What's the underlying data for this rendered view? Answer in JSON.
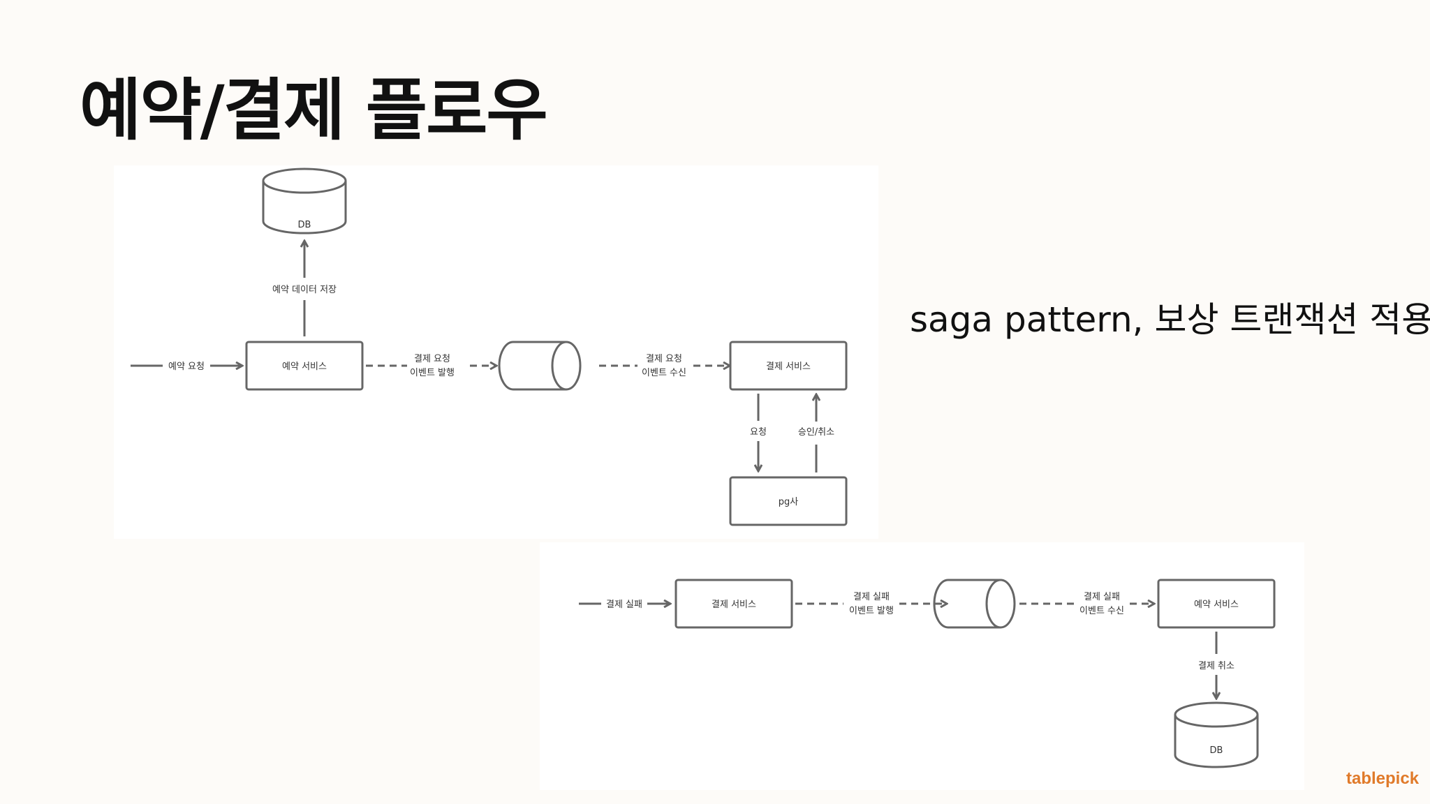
{
  "slide": {
    "title": "예약/결제 플로우",
    "note": "saga pattern, 보상 트랜잭션 적용",
    "brand": "tablepick"
  },
  "diagram1": {
    "db_label": "DB",
    "save_label": "예약 데이터 저장",
    "request_label": "예약 요청",
    "reservation_service": "예약 서비스",
    "publish_label_1": "결제 요청",
    "publish_label_2": "이벤트 발행",
    "receive_label_1": "결제 요청",
    "receive_label_2": "이벤트 수신",
    "payment_service": "결제 서비스",
    "pg_request": "요청",
    "pg_response": "승인/취소",
    "pg_company": "pg사"
  },
  "diagram2": {
    "fail_label": "결제 실패",
    "payment_service": "결제 서비스",
    "publish_label_1": "결제 실패",
    "publish_label_2": "이벤트 발행",
    "receive_label_1": "결제 실패",
    "receive_label_2": "이벤트 수신",
    "reservation_service": "예약 서비스",
    "cancel_label": "결제 취소",
    "db_label": "DB"
  }
}
